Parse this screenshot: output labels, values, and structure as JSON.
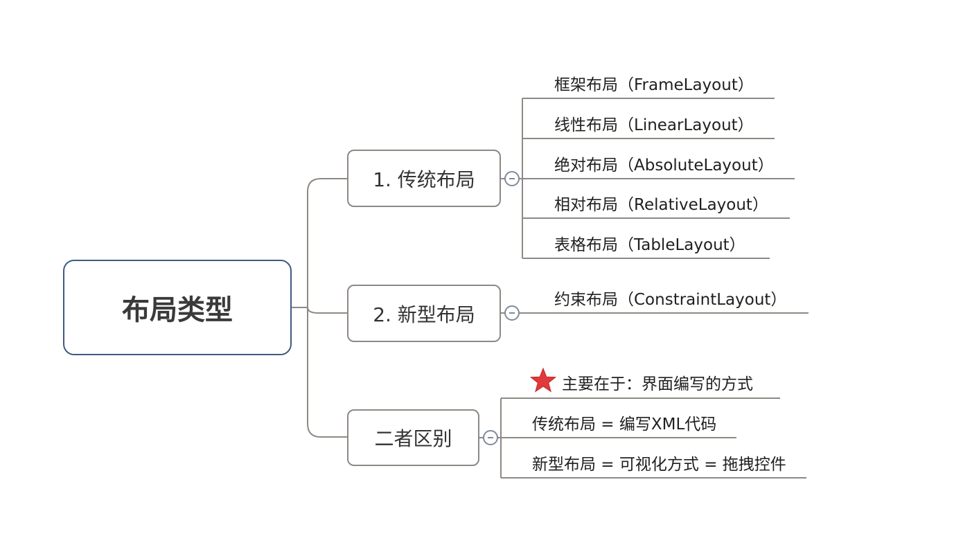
{
  "mindmap": {
    "root": {
      "label": "布局类型"
    },
    "branches": [
      {
        "label": "1. 传统布局",
        "collapse_symbol": "−",
        "children": [
          "框架布局（FrameLayout）",
          "线性布局（LinearLayout）",
          "绝对布局（AbsoluteLayout）",
          "相对布局（RelativeLayout）",
          "表格布局（TableLayout）"
        ]
      },
      {
        "label": "2. 新型布局",
        "collapse_symbol": "−",
        "children": [
          "约束布局（ConstraintLayout）"
        ]
      },
      {
        "label": "二者区别",
        "collapse_symbol": "−",
        "children": [
          {
            "text": "主要在于：界面编写的方式",
            "marker": "star-icon",
            "marker_color": "#e03a3a"
          },
          "传统布局 = 编写XML代码",
          "新型布局 = 可视化方式 = 拖拽控件"
        ]
      }
    ]
  },
  "colors": {
    "root_border": "#3d5a80",
    "node_border": "#8e8883",
    "connector": "#8e8883",
    "toggle": "#7f8a9a"
  }
}
